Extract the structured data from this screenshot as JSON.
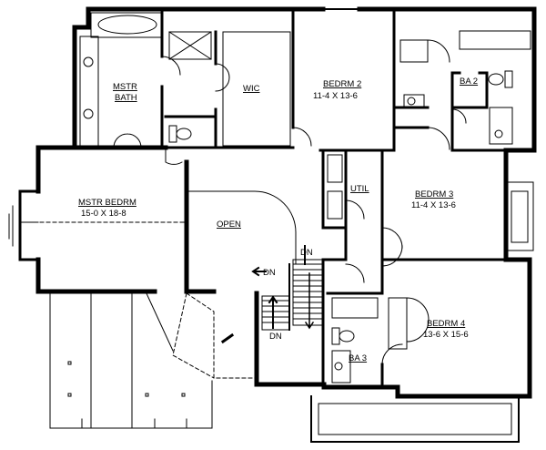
{
  "rooms": {
    "mstr_bath": {
      "line1": "MSTR",
      "line2": "BATH"
    },
    "wic": {
      "name": "WIC"
    },
    "bedrm2": {
      "name": "BEDRM 2",
      "dims": "11-4 X 13-6"
    },
    "ba2": {
      "name": "BA 2"
    },
    "mstr_bedrm": {
      "name": "MSTR BEDRM",
      "dims": "15-0 X 18-8"
    },
    "open": {
      "name": "OPEN"
    },
    "util": {
      "name": "UTIL"
    },
    "bedrm3": {
      "name": "BEDRM 3",
      "dims": "11-4 X 13-6"
    },
    "bedrm4": {
      "name": "BEDRM 4",
      "dims": "13-6 X 15-6"
    },
    "ba3": {
      "name": "BA 3"
    }
  },
  "stairs": {
    "dn_top": "DN",
    "dn_left": "DN",
    "dn_bottom": "DN"
  }
}
